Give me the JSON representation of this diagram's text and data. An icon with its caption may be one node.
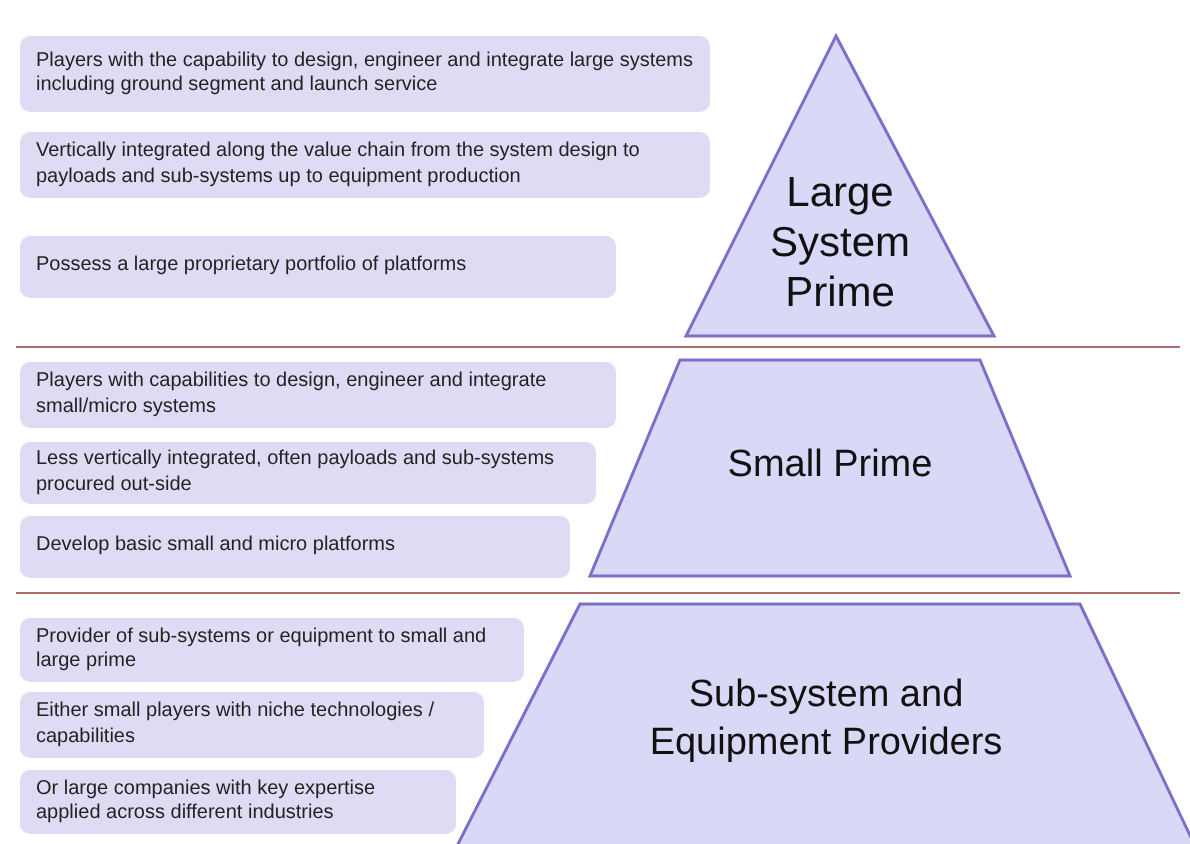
{
  "diagram": {
    "nodes": [
      {
        "text": [
          "Players with the capability to design, engineer and integrate large systems including ground segment and launch service"
        ]
      },
      {
        "text": [
          "Vertically integrated along the value chain from the system design to payloads and sub-systems up to equipment production"
        ]
      },
      {
        "text": [
          "Possess a large proprietary portfolio of platforms"
        ]
      },
      {
        "text": [
          "Large System Prime"
        ]
      },
      {
        "text": [
          "Players with capabilities to design, engineer and integrate small/micro systems"
        ]
      },
      {
        "text": [
          "Less vertically integrated, often payloads and sub-systems procured out-side"
        ]
      },
      {
        "text": [
          "Develop basic small and micro platforms"
        ]
      },
      {
        "text": [
          "Small Prime"
        ]
      },
      {
        "text": [
          "Provider of sub-systems or equipment to small and large prime"
        ]
      },
      {
        "text": [
          "Either small players with niche technologies / capabilities"
        ]
      },
      {
        "text": [
          "Or large companies with key expertise applied across different industries"
        ]
      },
      {
        "text": [
          "Sub-system and Equipment Providers"
        ]
      }
    ]
  }
}
